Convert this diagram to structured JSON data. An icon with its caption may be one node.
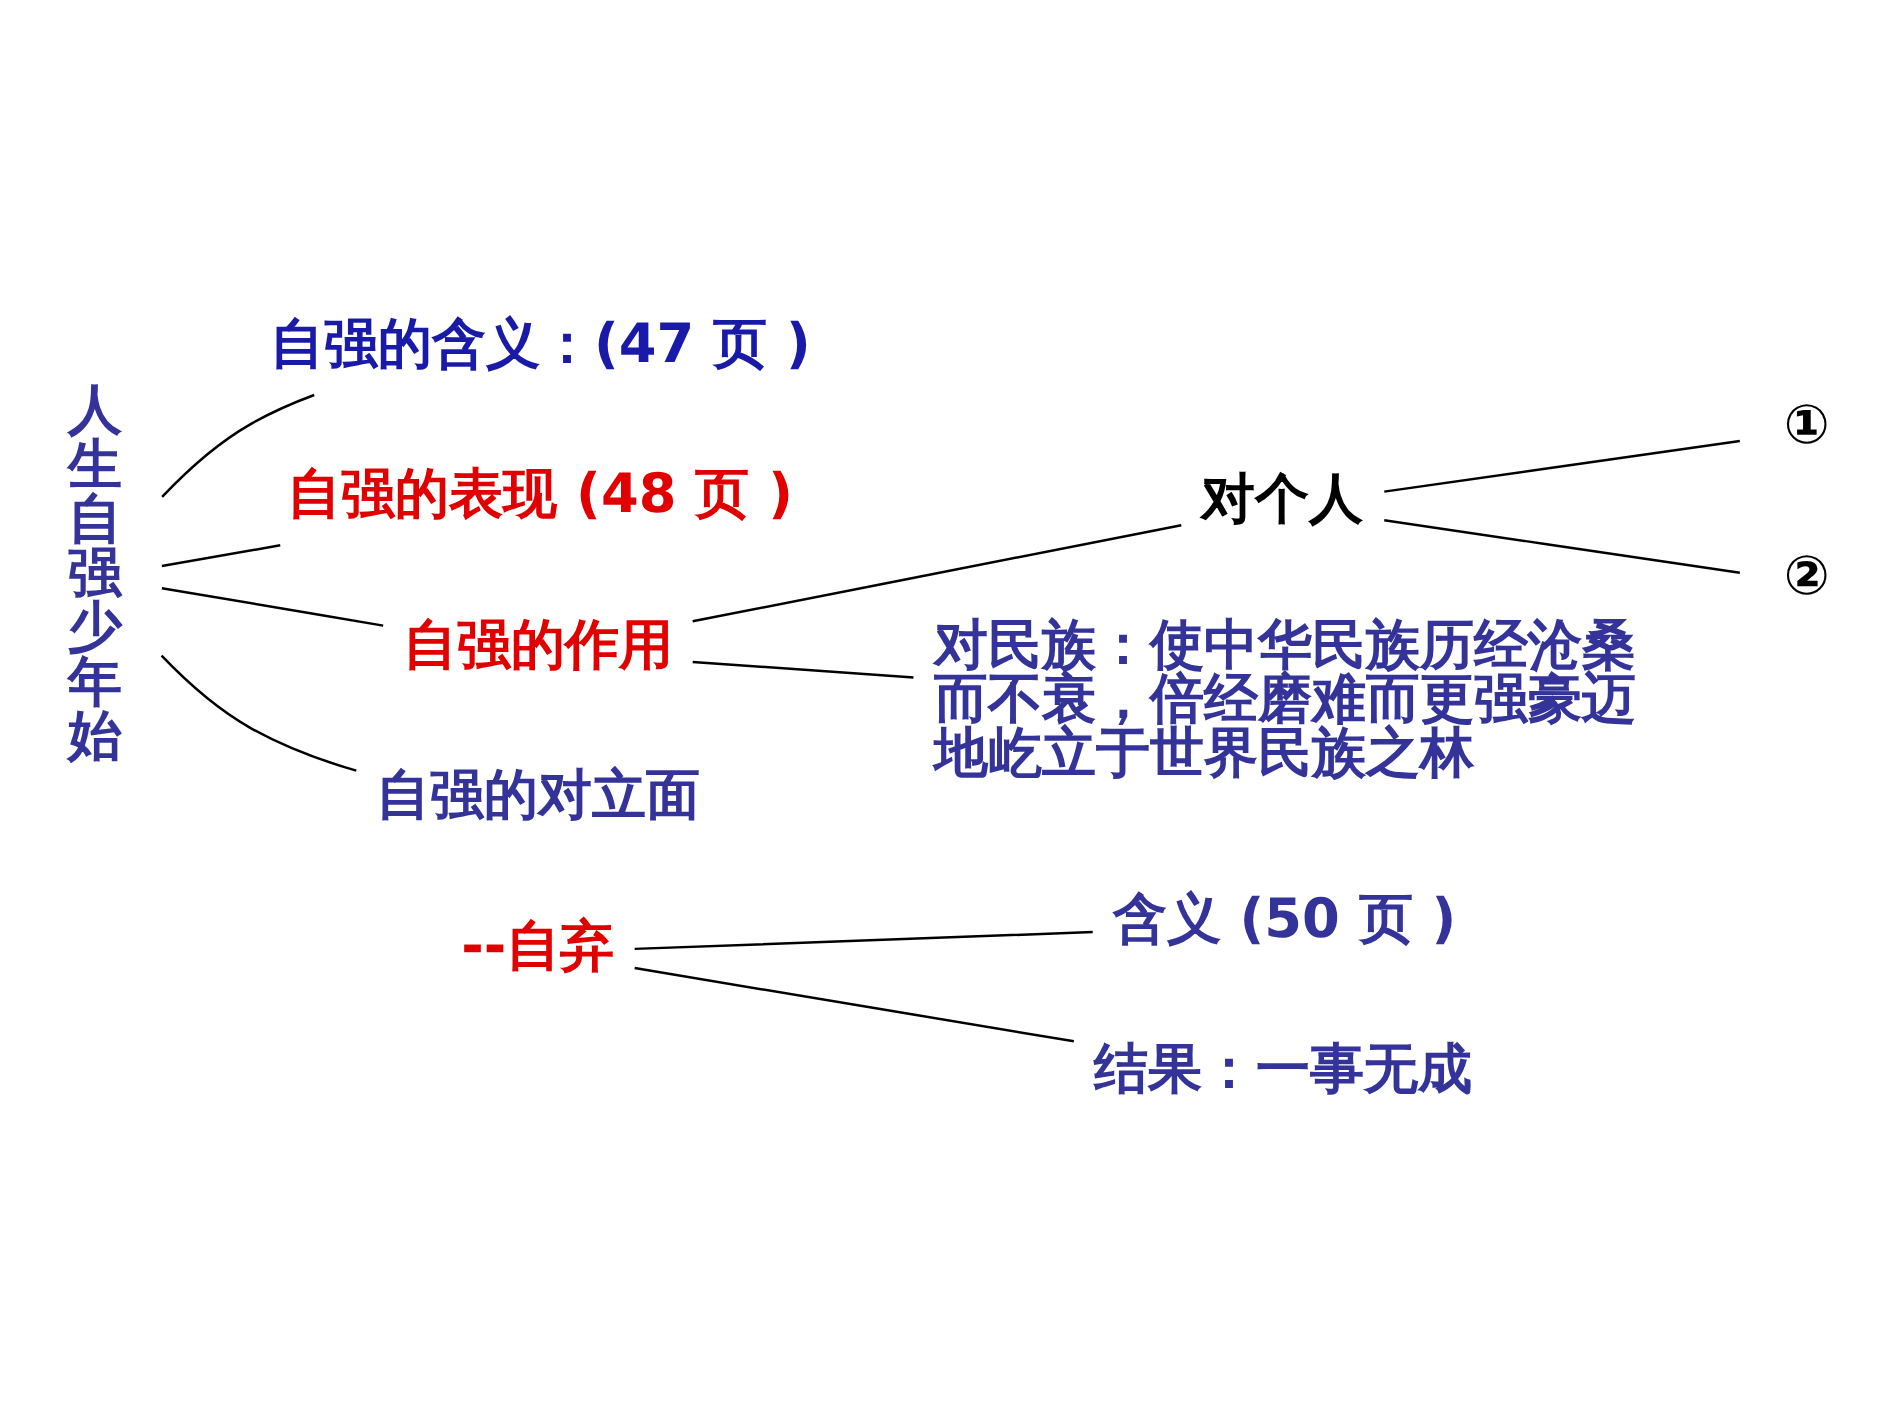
{
  "diagram": {
    "nodes": [
      {
        "text": [
          "人生自强少年始"
        ]
      },
      {
        "text": [
          "自强的含义：(47 页 )"
        ]
      },
      {
        "text": [
          "自强的表现 (48 页 )"
        ]
      },
      {
        "text": [
          "自强的作用"
        ]
      },
      {
        "text": [
          "对个人"
        ]
      },
      {
        "text": [
          "①"
        ]
      },
      {
        "text": [
          "②"
        ]
      },
      {
        "text": [
          "对民族：使中华民族历经沧桑而不衰，倍经磨难而更强豪迈地屹立于世界民族之林"
        ]
      },
      {
        "text": [
          "自强的对立面"
        ]
      },
      {
        "text": [
          "--自弃"
        ]
      },
      {
        "text": [
          "含义 (50 页 )"
        ]
      },
      {
        "text": [
          "结果：一事无成"
        ]
      }
    ],
    "edges": [
      {
        "from": 0,
        "to": 1,
        "arrow": "none"
      },
      {
        "from": 0,
        "to": 2,
        "arrow": "none"
      },
      {
        "from": 0,
        "to": 3,
        "arrow": "none"
      },
      {
        "from": 0,
        "to": 8,
        "arrow": "none"
      },
      {
        "from": 3,
        "to": 4,
        "arrow": "none"
      },
      {
        "from": 3,
        "to": 7,
        "arrow": "none"
      },
      {
        "from": 4,
        "to": 5,
        "arrow": "none"
      },
      {
        "from": 4,
        "to": 6,
        "arrow": "none"
      },
      {
        "from": 9,
        "to": 10,
        "arrow": "none"
      },
      {
        "from": 9,
        "to": 11,
        "arrow": "none"
      }
    ]
  }
}
